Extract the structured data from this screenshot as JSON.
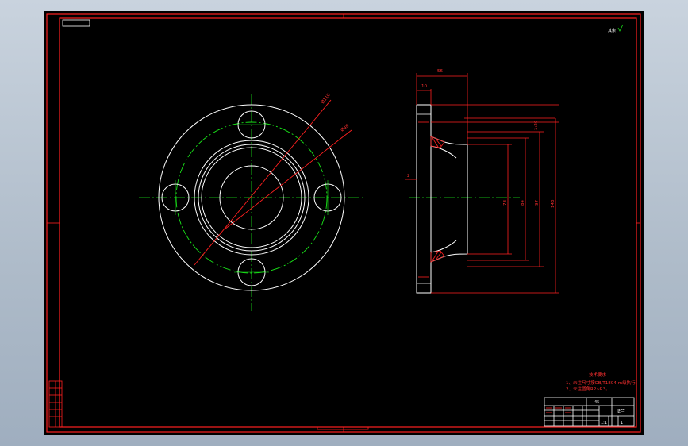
{
  "drawing": {
    "background": "#000000",
    "frame_color": "#ff2020",
    "outline_color": "#ffffff",
    "centerline_color": "#19e619",
    "surface_mark": "其余",
    "front_view": {
      "dims": [
        {
          "id": "bolt_circle",
          "text": "Ø110"
        },
        {
          "id": "inner",
          "text": "Ø48"
        }
      ]
    },
    "side_view": {
      "dims": [
        {
          "id": "total_len",
          "text": "56"
        },
        {
          "id": "flange_thk",
          "text": "10"
        },
        {
          "id": "d1",
          "text": "78"
        },
        {
          "id": "d2",
          "text": "84"
        },
        {
          "id": "d3",
          "text": "97"
        },
        {
          "id": "d4",
          "text": "140"
        },
        {
          "id": "taper",
          "text": "1:20"
        },
        {
          "id": "small",
          "text": "2"
        }
      ]
    },
    "notes": {
      "title": "技术要求",
      "lines": [
        "1、未注尺寸按GB/T1804-m级执行。",
        "2、未注圆角R2~R3。"
      ]
    },
    "title_block": {
      "part_name": "法兰",
      "material": "45",
      "scale": "1:1",
      "sheet": "1"
    }
  }
}
